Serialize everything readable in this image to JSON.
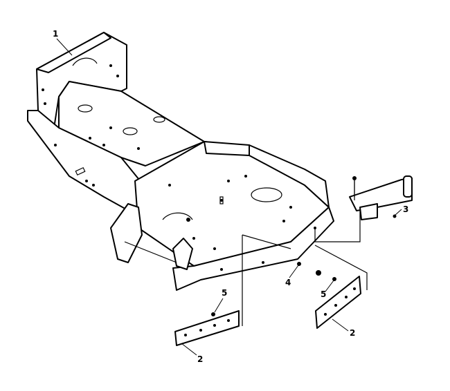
{
  "callouts": [
    {
      "id": "c1",
      "label": "1"
    },
    {
      "id": "c2a",
      "label": "2"
    },
    {
      "id": "c2b",
      "label": "2"
    },
    {
      "id": "c3",
      "label": "3"
    },
    {
      "id": "c4",
      "label": "4"
    },
    {
      "id": "c5a",
      "label": "5"
    },
    {
      "id": "c5b",
      "label": "5"
    }
  ]
}
